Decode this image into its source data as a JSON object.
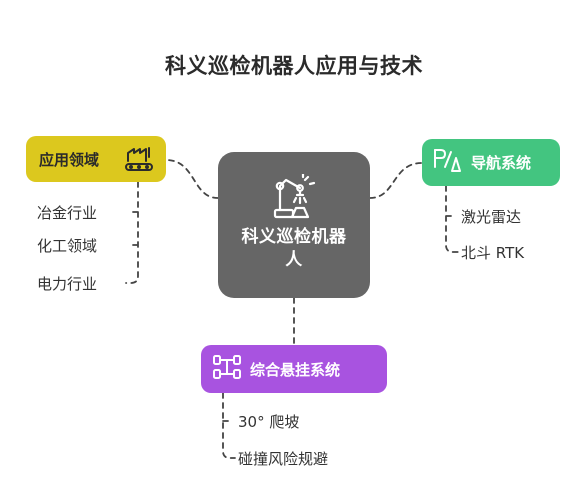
{
  "title": "科义巡检机器人应用与技术",
  "center": {
    "label": "科义巡检机器人"
  },
  "branches": {
    "applications": {
      "label": "应用领域",
      "items": [
        "冶金行业",
        "化工领域",
        "电力行业"
      ]
    },
    "navigation": {
      "label": "导航系统",
      "items": [
        "激光雷达",
        "北斗 RTK"
      ]
    },
    "suspension": {
      "label": "综合悬挂系统",
      "items": [
        "30° 爬坡",
        "碰撞风险规避"
      ]
    }
  },
  "colors": {
    "center": "#666666",
    "applications": "#dcc81e",
    "navigation": "#43c580",
    "suspension": "#a853e0"
  },
  "icons": {
    "center": "robot-arm-icon",
    "applications": "factory-conveyor-icon",
    "navigation": "navigation-signal-icon",
    "suspension": "suspension-axle-icon"
  }
}
